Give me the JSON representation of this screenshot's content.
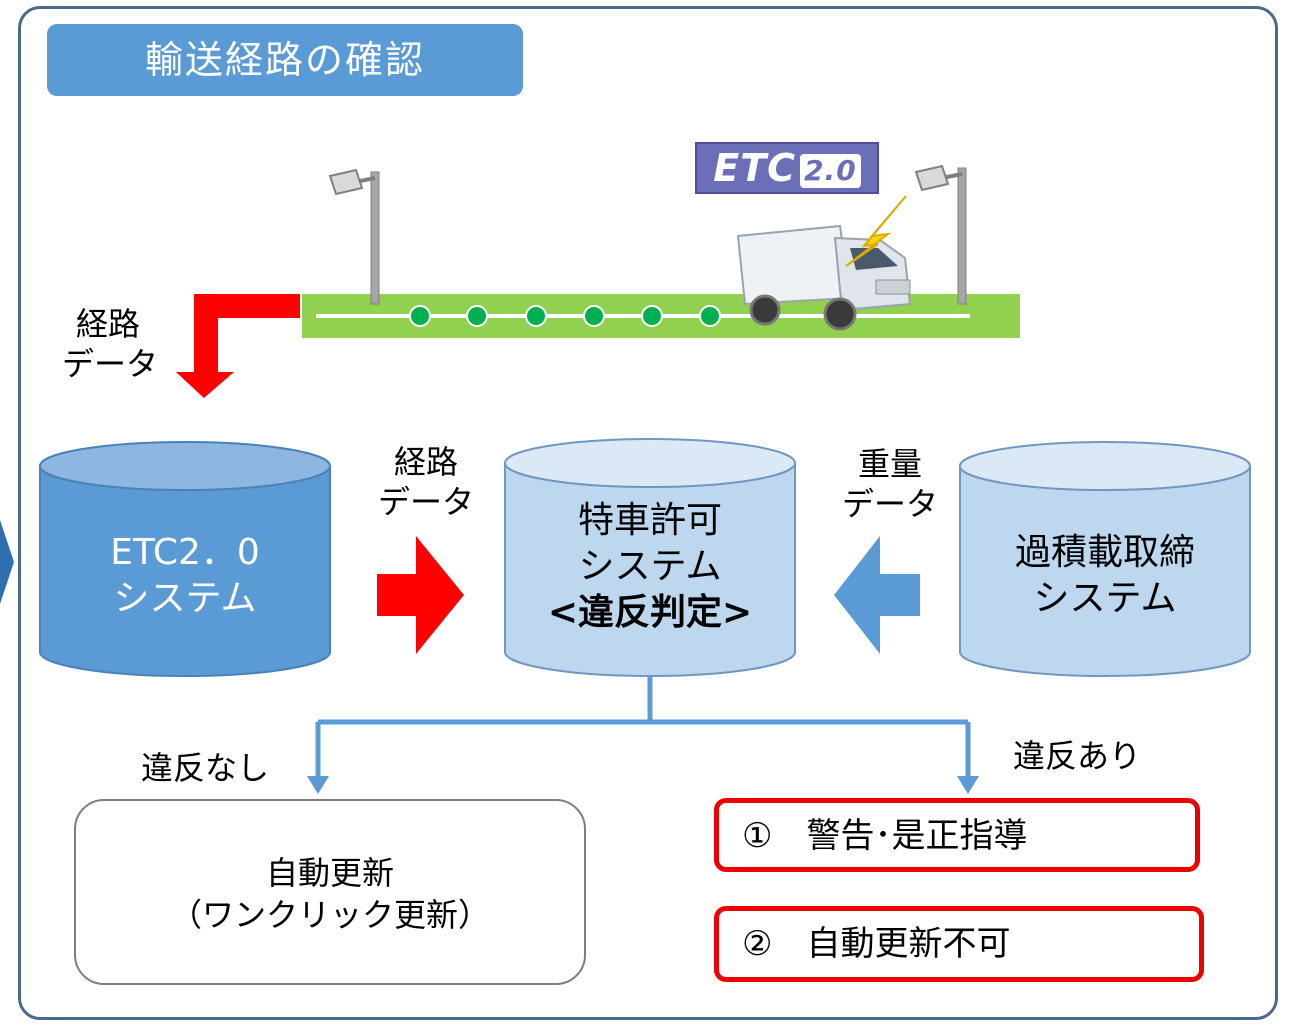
{
  "title": "輸送経路の確認",
  "etc_logo": {
    "main": "ETC",
    "version": "2.0"
  },
  "labels": {
    "route_data_top": [
      "経路",
      "データ"
    ],
    "route_data_mid": [
      "経路",
      "データ"
    ],
    "weight_data": [
      "重量",
      "データ"
    ]
  },
  "cylinders": {
    "etc_system": {
      "lines": [
        "ETC2．0",
        "システム"
      ],
      "color": "#5b9bd5"
    },
    "permit_system": {
      "lines": [
        "特車許可",
        "システム",
        "<違反判定>"
      ],
      "color": "#bdd7ee"
    },
    "overload_system": {
      "lines": [
        "過積載取締",
        "システム"
      ],
      "color": "#bdd7ee"
    }
  },
  "branches": {
    "no_violation": "違反なし",
    "violation": "違反あり"
  },
  "outcome_no_violation": {
    "lines": [
      "自動更新",
      "（ワンクリック更新）"
    ]
  },
  "outcome_violation": [
    "①　警告･是正指導",
    "②　自動更新不可"
  ],
  "colors": {
    "accent_blue": "#5b9bd5",
    "light_blue": "#bdd7ee",
    "red_arrow": "#ff0000",
    "road_green": "#92d050",
    "dot_green": "#00b050",
    "connector_blue": "#5b9bd5",
    "frame": "#4a6a8a"
  }
}
